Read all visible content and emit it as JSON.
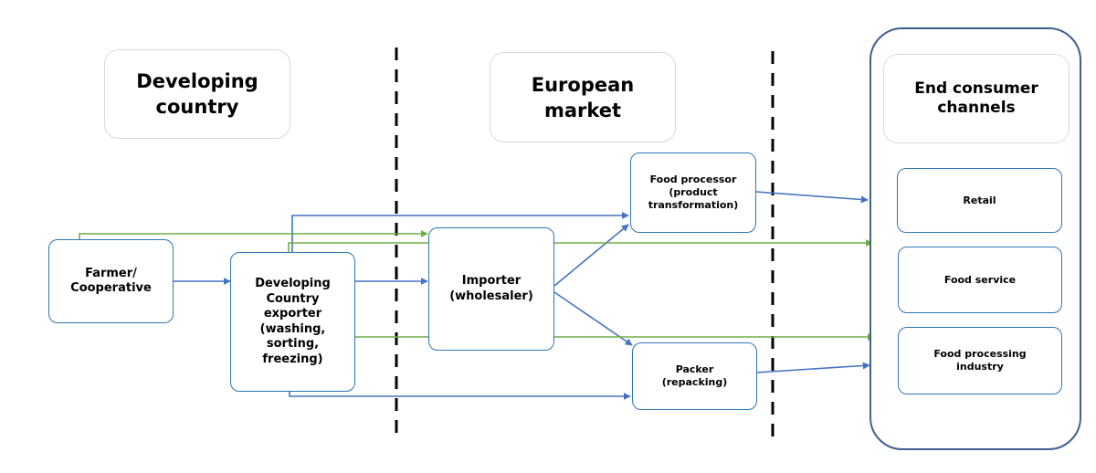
{
  "colors": {
    "blue_arrow": "#4472c4",
    "green_arrow": "#70ad47",
    "box_border": "#2e75b6",
    "panel_border": "#3f5f8f",
    "divider": "#000000"
  },
  "headers": {
    "developing_country": "Developing\ncountry",
    "european_market": "European\nmarket",
    "end_consumer_channels": "End consumer\nchannels"
  },
  "nodes": {
    "farmer": "Farmer/\nCooperative",
    "exporter": "Developing\nCountry\nexporter\n(washing,\nsorting,\nfreezing)",
    "importer": "Importer\n(wholesaler)",
    "food_processor": "Food processor\n(product\ntransformation)",
    "packer": "Packer\n(repacking)",
    "retail": "Retail",
    "food_service": "Food service",
    "food_processing_industry": "Food processing\nindustry"
  }
}
